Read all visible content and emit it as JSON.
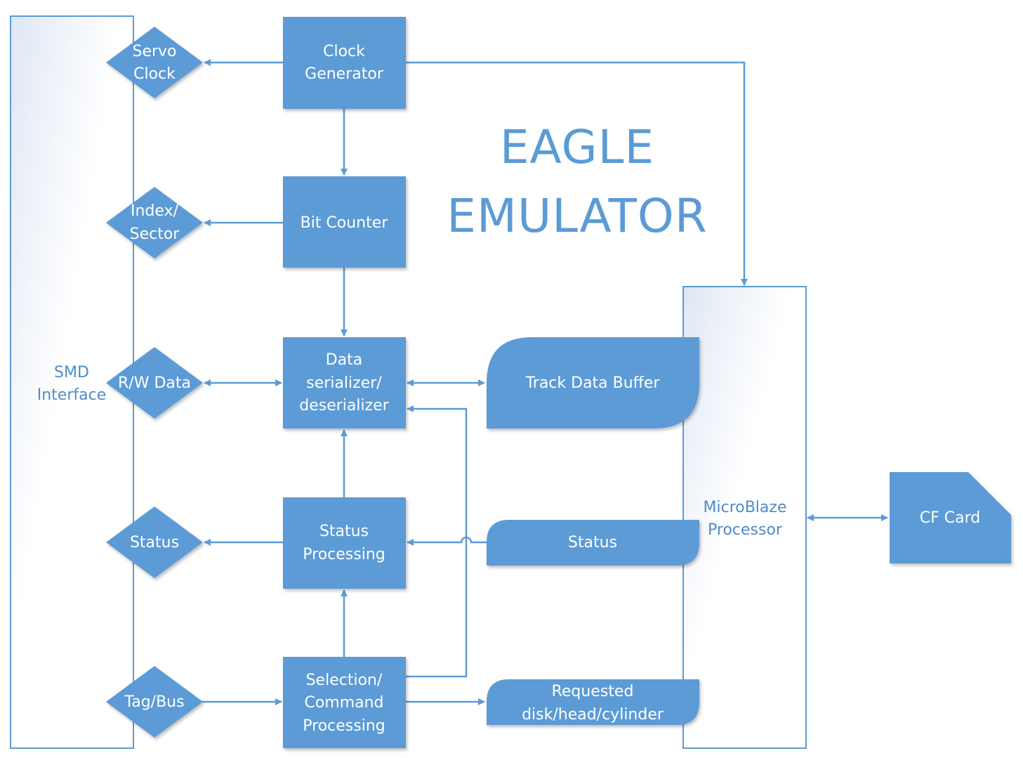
{
  "title": {
    "line1": "EAGLE",
    "line2": "EMULATOR"
  },
  "smd_interface": {
    "line1": "SMD",
    "line2": "Interface"
  },
  "microblaze": {
    "line1": "MicroBlaze",
    "line2": "Processor"
  },
  "diamonds": {
    "servo_clock": {
      "line1": "Servo",
      "line2": "Clock"
    },
    "index_sector": {
      "line1": "Index/",
      "line2": "Sector"
    },
    "rw_data": {
      "label": "R/W Data"
    },
    "status": {
      "label": "Status"
    },
    "tag_bus": {
      "label": "Tag/Bus"
    }
  },
  "blocks": {
    "clock_generator": {
      "line1": "Clock",
      "line2": "Generator"
    },
    "bit_counter": {
      "label": "Bit Counter"
    },
    "data_serializer": {
      "line1": "Data",
      "line2": "serializer/",
      "line3": "deserializer"
    },
    "status_processing": {
      "line1": "Status",
      "line2": "Processing"
    },
    "selection_command": {
      "line1": "Selection/",
      "line2": "Command",
      "line3": "Processing"
    }
  },
  "storage": {
    "track_data_buffer": {
      "label": "Track Data Buffer"
    },
    "status_register": {
      "label": "Status"
    },
    "requested": {
      "line1": "Requested",
      "line2": "disk/head/cylinder"
    }
  },
  "cf_card": {
    "label": "CF Card"
  },
  "colors": {
    "block_fill": "#5b9bd5",
    "connector": "#5b9bd5",
    "title_text": "#5b9bd5",
    "panel_text": "#4f8cc9",
    "panel_border": "#5b9bd5"
  }
}
